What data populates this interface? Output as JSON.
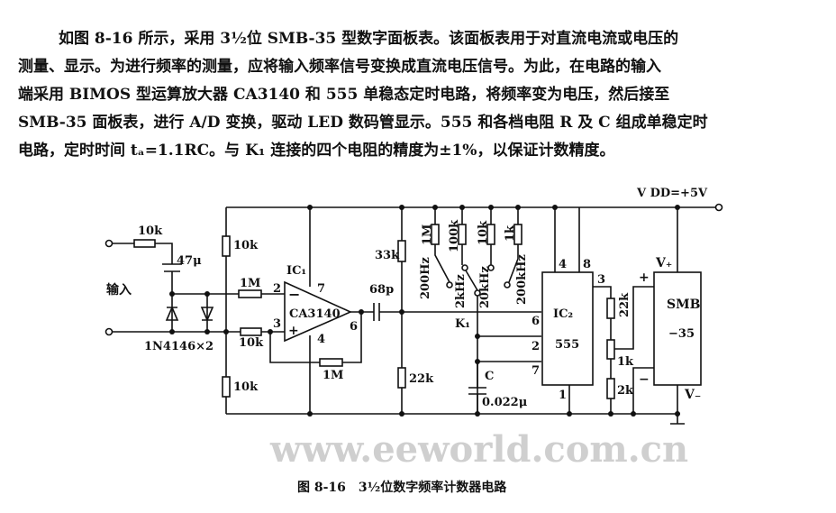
{
  "paragraph": {
    "lines": [
      "如图 8-16 所示，采用 3½位 SMB-35 型数字面板表。该面板表用于对直流电流或电压的",
      "测量、显示。为进行频率的测量，应将输入频率信号变换成直流电压信号。为此，在电路的输入",
      "端采用 BIMOS 型运算放大器 CA3140 和 555 单稳态定时电路，将频率变为电压，然后接至",
      "SMB-35 面板表，进行 A/D 变换，驱动 LED 数码管显示。555 和各档电阻 R 及 C 组成单稳定时",
      "电路，定时时间 tₐ=1.1RC。与 K₁ 连接的四个电阻的精度为±1%，以保证计数精度。"
    ]
  },
  "circuit": {
    "vdd": "V DD=+5V",
    "input_label": "输入",
    "r_in": "10k",
    "c_in": "47μ",
    "diodes": "1N4146×2",
    "r_bias_top": "10k",
    "r_bias_bot": "10k",
    "r_inv": "1M",
    "r_noninv": "10k",
    "r_fb": "1M",
    "ic1": "IC₁",
    "ic1_part": "CA3140",
    "pin2": "2",
    "pin3": "3",
    "pin7": "7",
    "pin4": "4",
    "pin6": "6",
    "c_couple": "68p",
    "r_33k": "33k",
    "r_22k_left": "22k",
    "range_resistors": [
      "1M",
      "100k",
      "10k",
      "1k"
    ],
    "ranges": [
      "200Hz",
      "2kHz",
      "20kHz",
      "200kHz"
    ],
    "switch": "K₁",
    "c_timing": "C",
    "c_timing_val": "0.022μ",
    "ic2": "IC₂",
    "ic2_part": "555",
    "ic2_pins": {
      "p4": "4",
      "p8": "8",
      "p3": "3",
      "p6": "6",
      "p2": "2",
      "p7": "7",
      "p1": "1"
    },
    "r_22k_right": "22k",
    "pot_1k": "1k",
    "r_2k": "2k",
    "meter_line1": "SMB",
    "meter_line2": "−35",
    "meter_vplus": "V₊",
    "meter_vminus": "V₋",
    "meter_plus": "+",
    "meter_minus": "−",
    "watermark": "www.eeworld.com.cn"
  },
  "caption": "图 8-16　3½位数字频率计数器电路"
}
